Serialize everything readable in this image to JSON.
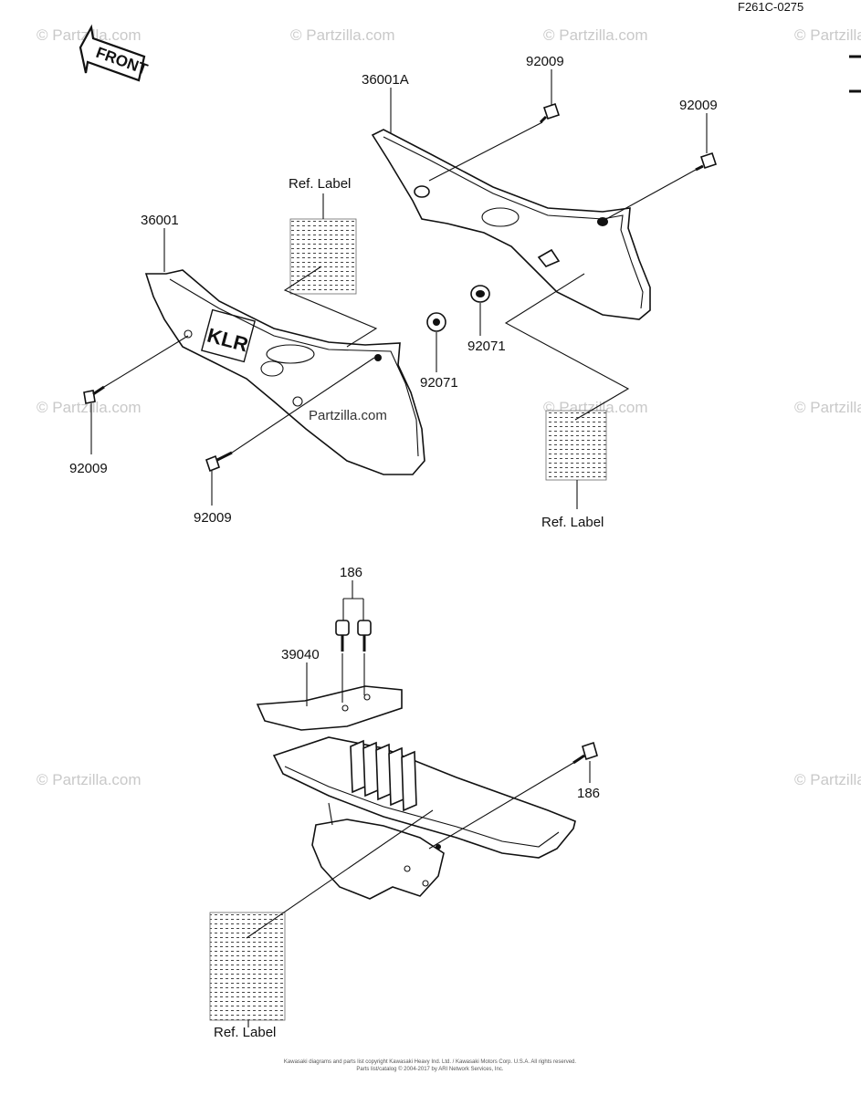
{
  "figure_code": "F261C-0275",
  "front_label": "FRONT",
  "badge_text": "KLR",
  "callouts": {
    "p36001A": "36001A",
    "p92009_top": "92009",
    "p92009_right": "92009",
    "ref_label_top": "Ref. Label",
    "p36001": "36001",
    "p92071_left": "92071",
    "p92071_right": "92071",
    "p92009_left": "92009",
    "p92009_bottom": "92009",
    "ref_label_right": "Ref. Label",
    "p186_top": "186",
    "p39040": "39040",
    "p186_right": "186",
    "ref_label_bottom": "Ref. Label"
  },
  "watermark": "© Partzilla.com",
  "center_watermark": "Partzilla.com",
  "copyright_line1": "Kawasaki diagrams and parts list copyright Kawasaki Heavy Ind. Ltd. / Kawasaki Motors Corp. U.S.A. All rights reserved.",
  "copyright_line2": "Parts list/catalog © 2004-2017 by ARI Network Services, Inc."
}
